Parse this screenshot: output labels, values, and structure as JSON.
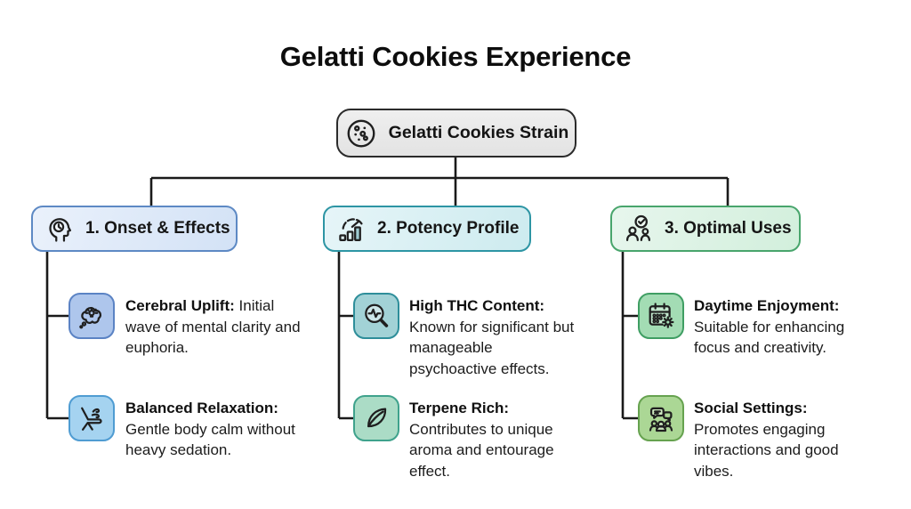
{
  "title": "Gelatti Cookies Experience",
  "root": {
    "label": "Gelatti Cookies Strain",
    "icon": "cookie-icon"
  },
  "connector_color": "#1a1a1a",
  "branches": [
    {
      "label": "1. Onset & Effects",
      "icon": "head-clock-icon",
      "accent": "#5d89c4",
      "fill": "#dde9f8",
      "items": [
        {
          "icon": "thought-bulb-icon",
          "icon_fill": "#aec6ec",
          "icon_border": "#5b83c4",
          "heading": "Cerebral Uplift:",
          "body": "Initial wave of mental clarity and euphoria."
        },
        {
          "icon": "lounge-chair-wind-icon",
          "icon_fill": "#a5d3f0",
          "icon_border": "#4f9cd2",
          "heading": "Balanced Relaxation:",
          "body": "Gentle body calm without heavy sedation."
        }
      ]
    },
    {
      "label": "2. Potency Profile",
      "icon": "gauge-bars-icon",
      "accent": "#2d95a4",
      "fill": "#daf1f4",
      "items": [
        {
          "icon": "magnifier-pulse-icon",
          "icon_fill": "#a2d2d6",
          "icon_border": "#2e8e9a",
          "heading": "High THC Content:",
          "body": "Known for significant but manageable psychoactive effects."
        },
        {
          "icon": "leaf-icon",
          "icon_fill": "#abdcc6",
          "icon_border": "#3fa28c",
          "heading": "Terpene Rich:",
          "body": "Contributes to unique aroma and entourage effect."
        }
      ]
    },
    {
      "label": "3. Optimal Uses",
      "icon": "people-check-icon",
      "accent": "#48a56c",
      "fill": "#ddf3e5",
      "items": [
        {
          "icon": "calendar-sun-icon",
          "icon_fill": "#a3dcb4",
          "icon_border": "#3f9e63",
          "heading": "Daytime Enjoyment:",
          "body": "Suitable for enhancing focus and creativity."
        },
        {
          "icon": "chat-people-icon",
          "icon_fill": "#abd795",
          "icon_border": "#66a24f",
          "heading": "Social Settings:",
          "body": "Promotes engaging interactions and good vibes."
        }
      ]
    }
  ]
}
